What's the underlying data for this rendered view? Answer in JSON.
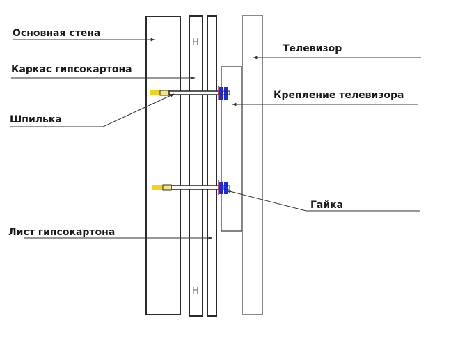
{
  "diagram": {
    "labels": {
      "main_wall": "Основная стена",
      "drywall_frame": "Каркас гипсокартона",
      "stud": "Шпилька",
      "drywall_sheet": "Лист гипсокартона",
      "tv": "Телевизор",
      "tv_mount": "Крепление телевизора",
      "nut": "Гайка"
    },
    "profile_marks": [
      "H",
      "H"
    ],
    "colors": {
      "anchor": "#f2d21a",
      "nut": "#1a2be8",
      "washer": "#c0304a",
      "outline": "#2a2a2a",
      "tv_outline": "#888888"
    }
  }
}
